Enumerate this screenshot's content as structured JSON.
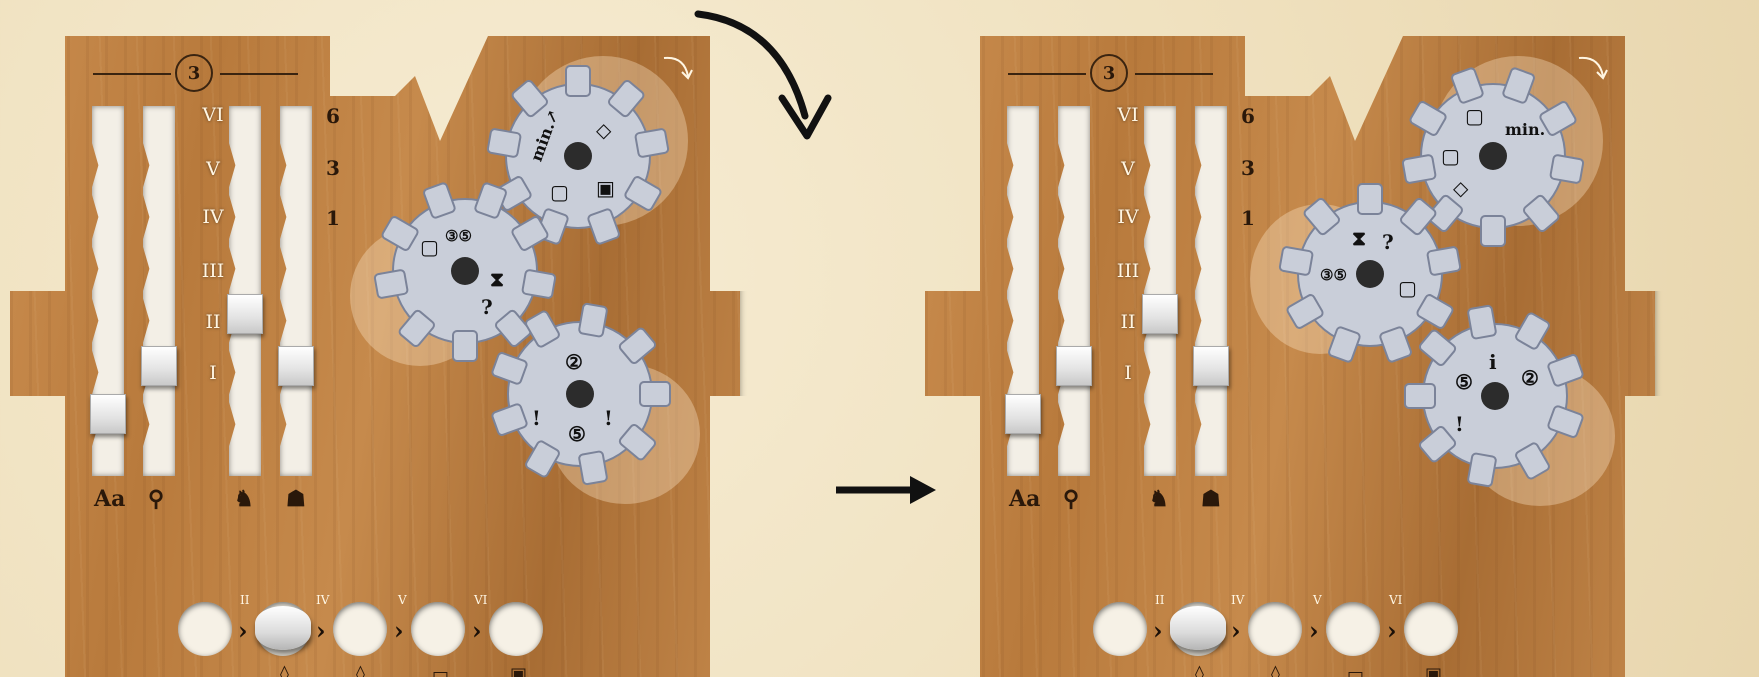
{
  "panels": [
    {
      "id": "before",
      "header_badge": "3",
      "tracks": [
        {
          "icon": "Aa",
          "cube_level": 0
        },
        {
          "icon": "⚲",
          "cube_level": 1
        },
        {
          "icon": "♞",
          "cube_level": 2
        },
        {
          "icon": "☗",
          "cube_level": 1
        }
      ],
      "gears": [
        {
          "symbols": [
            "min.↗",
            "◇",
            "▢",
            "▣"
          ]
        },
        {
          "symbols": [
            "▢",
            "③⑤",
            "⧗",
            "?"
          ]
        },
        {
          "symbols": [
            "②",
            "!",
            "⑤",
            "!"
          ]
        }
      ]
    },
    {
      "id": "after",
      "header_badge": "3",
      "tracks": [
        {
          "icon": "Aa",
          "cube_level": 0
        },
        {
          "icon": "⚲",
          "cube_level": 1
        },
        {
          "icon": "♞",
          "cube_level": 2
        },
        {
          "icon": "☗",
          "cube_level": 1
        }
      ],
      "gears": [
        {
          "symbols": [
            "▢",
            "min.",
            "◇",
            "▢"
          ]
        },
        {
          "symbols": [
            "⧗",
            "?",
            "③⑤",
            "▢"
          ]
        },
        {
          "symbols": [
            "i",
            "②",
            "!",
            "⑤"
          ]
        }
      ]
    }
  ],
  "levels": [
    "VI",
    "V",
    "IV",
    "III",
    "II",
    "I"
  ],
  "rewards": [
    "6",
    "3",
    "1"
  ],
  "holes": {
    "labels": [
      "II",
      "IV",
      "V",
      "VI"
    ],
    "icons": [
      "◊",
      "◊",
      "▭",
      "▣"
    ]
  },
  "colors": {
    "board": "#b87a3c",
    "background": "#f2e6c8",
    "gear": "#c9ced9",
    "arrow": "#111111"
  },
  "icons": {
    "rotate_arrow": "curved-arrow-icon",
    "transition_arrow": "right-arrow-icon"
  }
}
